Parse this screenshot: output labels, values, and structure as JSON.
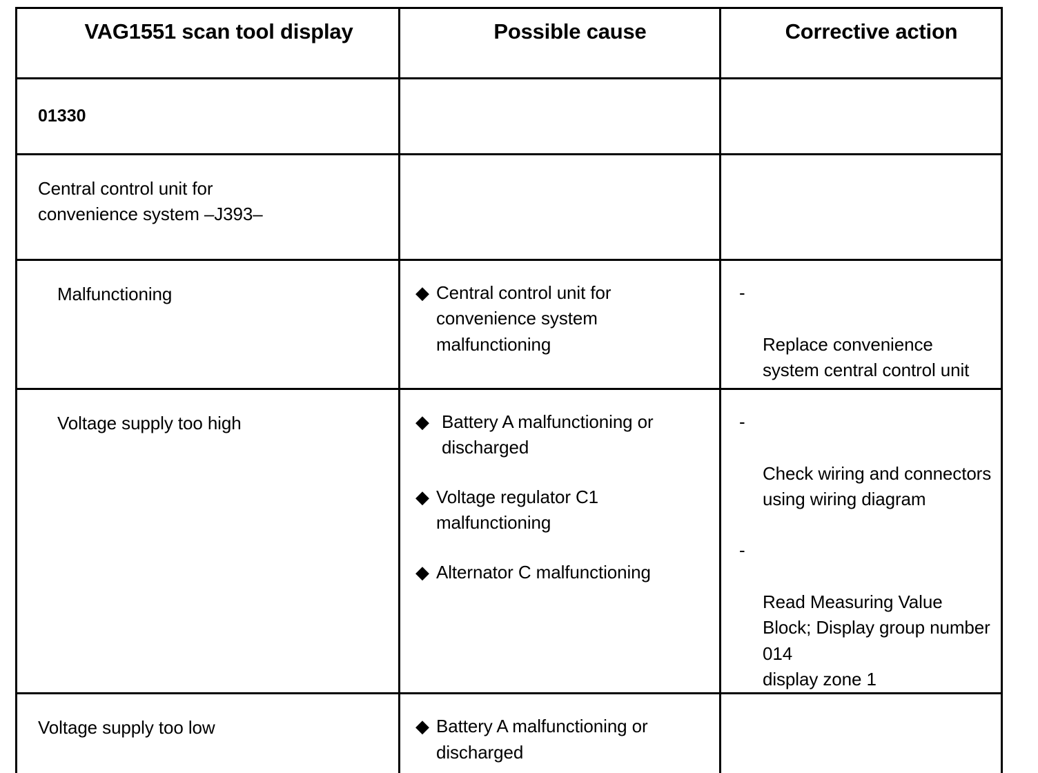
{
  "document": {
    "type": "fault-code-table",
    "title": "VAG1551 fault code table"
  },
  "table": {
    "headers": [
      "VAG1551 scan tool display",
      "Possible cause",
      "Corrective action"
    ],
    "bullet_glyph": "◆",
    "dash_glyph": "-",
    "rows": [
      {
        "display": "01330",
        "display_style": "bold-code",
        "cause": [],
        "action": []
      },
      {
        "display": "Central control unit for\nconvenience system –J393–",
        "display_style": "plain",
        "cause": [],
        "action": []
      },
      {
        "display": "Malfunctioning",
        "display_style": "indented",
        "cause": [
          "Central control unit for convenience system malfunctioning"
        ],
        "action": [
          "Replace convenience system central control unit"
        ]
      },
      {
        "display": "Voltage supply too high",
        "display_style": "indented",
        "cause": [
          "Battery A malfunctioning or discharged",
          "Voltage regulator C1 malfunctioning",
          "Alternator C malfunctioning"
        ],
        "action": [
          "Check wiring and connectors using wiring diagram",
          "Read Measuring Value Block; Display group number 014\ndisplay zone 1"
        ]
      },
      {
        "display": "Voltage supply too low",
        "display_style": "plain",
        "cause": [
          "Battery A malfunctioning or discharged"
        ],
        "action": []
      }
    ]
  },
  "colors": {
    "ink": "#000000",
    "paper": "#ffffff"
  }
}
